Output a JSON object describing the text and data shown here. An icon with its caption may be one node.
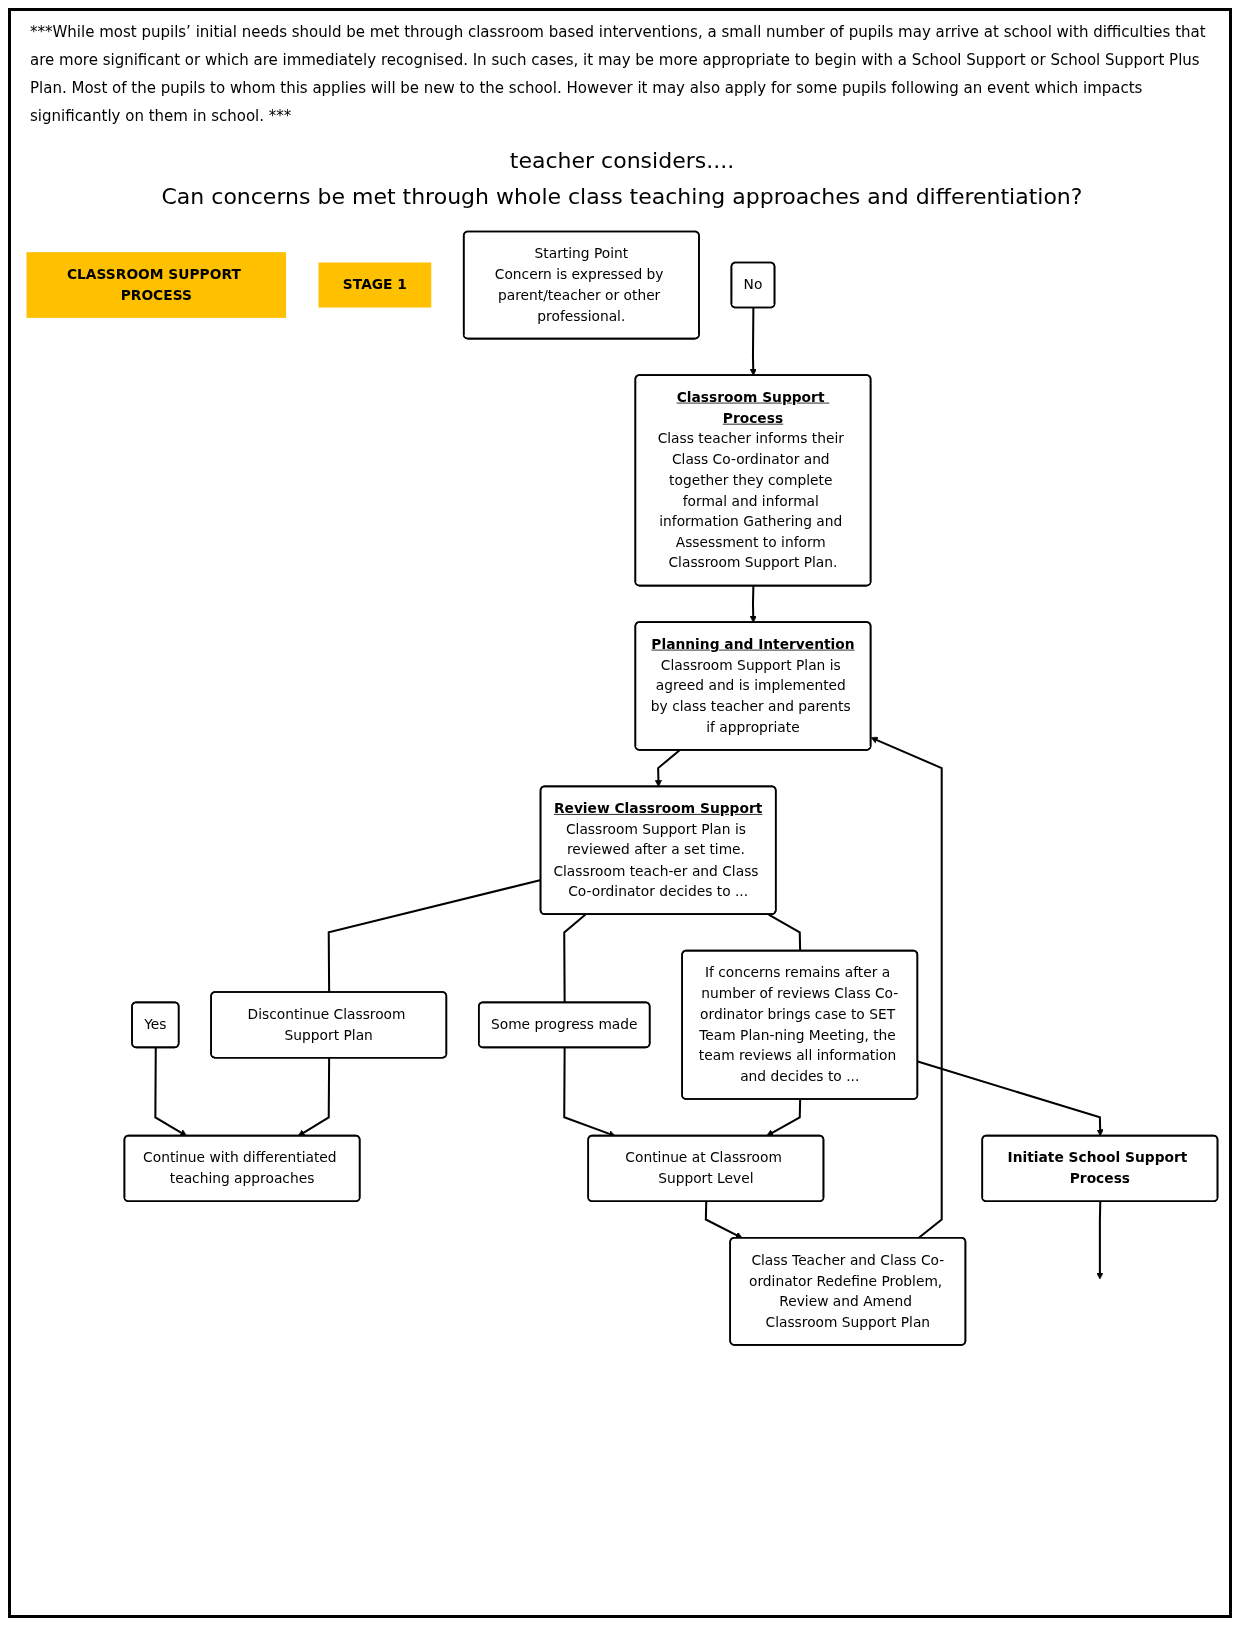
{
  "diagram": {
    "nodes": [
      {
        "text": [
          "CLASSROOM SUPPORT PROCESS"
        ]
      },
      {
        "text": [
          "STAGE 1"
        ]
      },
      {
        "text": [
          "Starting Point",
          "Concern is expressed by parent/teacher or other professional."
        ]
      },
      {
        "text": [
          "Yes"
        ]
      },
      {
        "text": [
          "No"
        ]
      },
      {
        "text": [
          "Continue with differentiated teaching approaches"
        ]
      },
      {
        "text": [
          "Classroom Support Process",
          "Class teacher informs their Class Co-ordinator and together they complete formal and informal information Gathering and Assessment to inform Classroom Support Plan."
        ]
      },
      {
        "text": [
          "Planning and Intervention",
          "Classroom Support Plan is agreed and is implemented by class teacher and parents if appropriate"
        ]
      },
      {
        "text": [
          "Class Teacher and Class Co-ordinator Redefine Problem, Review and Amend Classroom Support Plan"
        ]
      },
      {
        "text": [
          "Discontinue Classroom Support Plan"
        ]
      },
      {
        "text": [
          "Review Classroom Support",
          "Classroom Support Plan is reviewed after a set time. Classroom teach-er and Class Co-ordinator decides to ..."
        ]
      },
      {
        "text": [
          "Some progress made"
        ]
      },
      {
        "text": [
          "Continue at Classroom Support Level"
        ]
      },
      {
        "text": [
          "If concerns remains after a number of reviews Class Co-ordinator brings case to SET Team Plan-ning Meeting, the team reviews all information and decides to ..."
        ]
      },
      {
        "text": [
          "Initiate School Support Process"
        ]
      }
    ],
    "edges": [
      {
        "from": 3,
        "to": 5,
        "arrow": "to"
      },
      {
        "from": 4,
        "to": 6,
        "arrow": "to"
      },
      {
        "from": 6,
        "to": 7,
        "arrow": "to"
      },
      {
        "from": 7,
        "to": 10,
        "arrow": "to"
      },
      {
        "from": 10,
        "to": 9,
        "arrow": "none"
      },
      {
        "from": 9,
        "to": 5,
        "arrow": "to"
      },
      {
        "from": 10,
        "to": 11,
        "arrow": "none"
      },
      {
        "from": 11,
        "to": 12,
        "arrow": "to"
      },
      {
        "from": 12,
        "to": 8,
        "arrow": "to"
      },
      {
        "from": 8,
        "to": 7,
        "arrow": "to"
      },
      {
        "from": 10,
        "to": 13,
        "arrow": "none"
      },
      {
        "from": 13,
        "to": 12,
        "arrow": "to"
      },
      {
        "from": 13,
        "to": 14,
        "arrow": "to"
      },
      {
        "from": 14,
        "to": null,
        "arrow": "to"
      }
    ],
    "labels": [
      "***While most pupils’ initial needs should be met through classroom based interventions, a small number of pupils may arrive at school with difficulties that are more significant or which are immediately recognised. In such cases, it may be more appropriate to begin with a School Support or School Support Plus Plan. Most of the pupils to whom this applies will be new to the school. However it may also apply for some pupils following an event which impacts significantly on them in school. ***",
      "teacher considers....",
      "Can concerns be met through whole class teaching approaches and differentiation?"
    ]
  }
}
